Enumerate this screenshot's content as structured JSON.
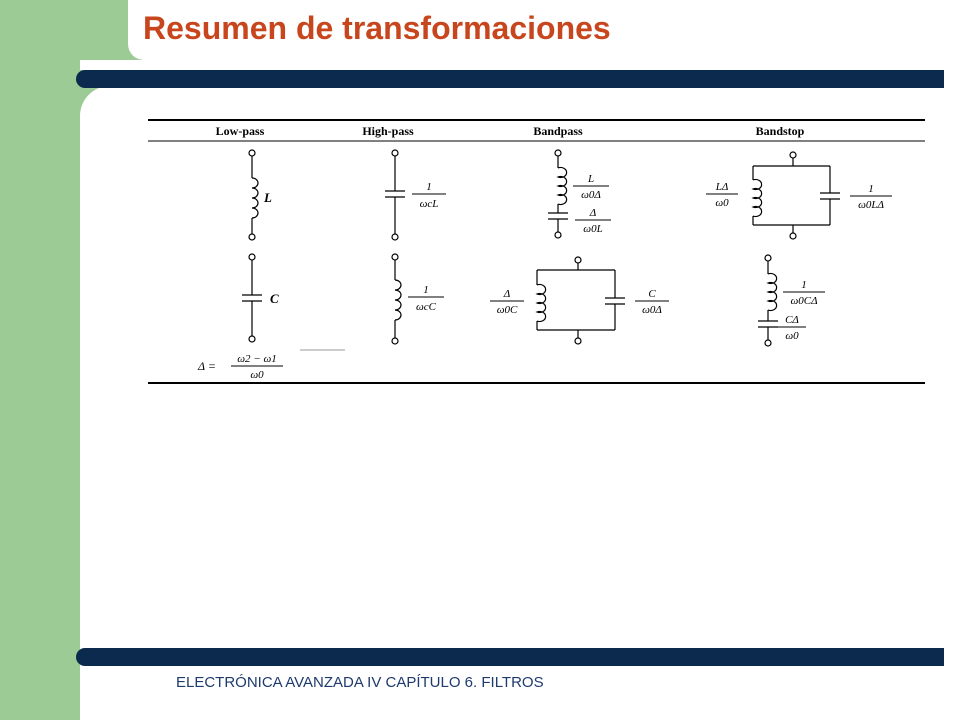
{
  "slide": {
    "title": "Resumen de transformaciones",
    "footer": "ELECTRÓNICA AVANZADA IV CAPÍTULO 6. FILTROS"
  },
  "table": {
    "headers": [
      "Low-pass",
      "High-pass",
      "Bandpass",
      "Bandstop"
    ],
    "row1": {
      "lowpass": {
        "label": "L"
      },
      "highpass": {
        "num": "1",
        "den": "ωcL"
      },
      "bandpass": {
        "ind_num": "L",
        "ind_den": "ω0Δ",
        "cap_num": "Δ",
        "cap_den": "ω0L"
      },
      "bandstop": {
        "ind_num": "LΔ",
        "ind_den": "ω0",
        "cap_num": "1",
        "cap_den": "ω0LΔ"
      }
    },
    "row2": {
      "lowpass": {
        "label": "C"
      },
      "highpass": {
        "num": "1",
        "den": "ωcC"
      },
      "bandpass": {
        "ind_num": "Δ",
        "ind_den": "ω0C",
        "cap_num": "C",
        "cap_den": "ω0Δ"
      },
      "bandstop": {
        "ind_num": "1",
        "ind_den": "ω0CΔ",
        "cap_num": "CΔ",
        "cap_den": "ω0"
      }
    },
    "delta": {
      "lhs": "Δ =",
      "num": "ω2 − ω1",
      "den": "ω0"
    }
  },
  "colors": {
    "title": "#c8461e",
    "green": "#9dcb95",
    "navy": "#0b2a4e",
    "footer": "#1e3a6e"
  }
}
